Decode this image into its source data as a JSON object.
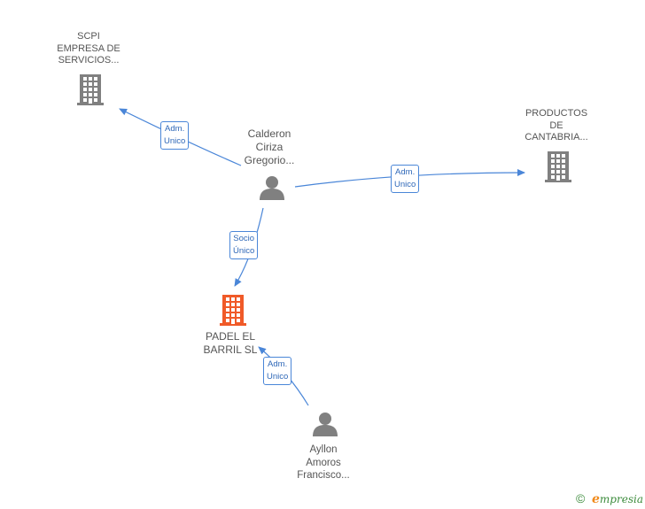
{
  "nodes": {
    "scpi": {
      "type": "company",
      "lines": [
        "SCPI",
        "EMPRESA DE",
        "SERVICIOS..."
      ],
      "color": "#808080"
    },
    "productos": {
      "type": "company",
      "lines": [
        "PRODUCTOS",
        "DE",
        "CANTABRIA..."
      ],
      "color": "#808080"
    },
    "calderon": {
      "type": "person",
      "lines": [
        "Calderon",
        "Ciriza",
        "Gregorio..."
      ],
      "color": "#808080"
    },
    "padel": {
      "type": "company",
      "lines": [
        "PADEL EL",
        "BARRIL SL"
      ],
      "color": "#f05a28"
    },
    "ayllon": {
      "type": "person",
      "lines": [
        "Ayllon",
        "Amoros",
        "Francisco..."
      ],
      "color": "#808080"
    }
  },
  "edges": [
    {
      "from": "calderon",
      "to": "scpi",
      "lines": [
        "Adm.",
        "Unico"
      ]
    },
    {
      "from": "calderon",
      "to": "productos",
      "lines": [
        "Adm.",
        "Unico"
      ]
    },
    {
      "from": "calderon",
      "to": "padel",
      "lines": [
        "Socio",
        "Único"
      ]
    },
    {
      "from": "ayllon",
      "to": "padel",
      "lines": [
        "Adm.",
        "Unico"
      ]
    }
  ],
  "colors": {
    "edge": "#4a86d8"
  },
  "footer": {
    "copyright": "©",
    "brand_e": "e",
    "brand_rest": "mpresia"
  }
}
